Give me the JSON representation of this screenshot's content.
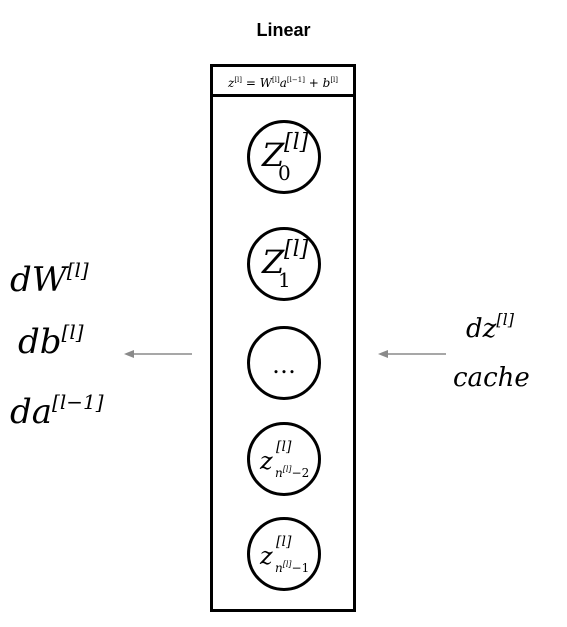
{
  "title": "Linear",
  "formula": {
    "z": "z",
    "z_sup": "[l]",
    "eq": " = ",
    "W": "W",
    "W_sup": "[l]",
    "a": "a",
    "a_sup": "[l−1]",
    "plus": " + ",
    "b": "b",
    "b_sup": "[l]"
  },
  "nodes": {
    "n0": {
      "var": "Z",
      "sup": "[l]",
      "sub": "0"
    },
    "n1": {
      "var": "Z",
      "sup": "[l]",
      "sub": "1"
    },
    "ellipsis": "…",
    "n3": {
      "var": "z",
      "sup": "[l]",
      "sub_base": "n",
      "sub_sup": "[l]",
      "sub_tail": "−2"
    },
    "n4": {
      "var": "z",
      "sup": "[l]",
      "sub_base": "n",
      "sub_sup": "[l]",
      "sub_tail": "−1"
    }
  },
  "outputs": {
    "dW": "dW",
    "dW_sup": "[l]",
    "db": "db",
    "db_sup": "[l]",
    "da": "da",
    "da_sup": "[l−1]"
  },
  "inputs": {
    "dz": "dz",
    "dz_sup": "[l]",
    "cache": "cache"
  },
  "colors": {
    "stroke": "#000000",
    "arrow": "#8a8a8a"
  }
}
